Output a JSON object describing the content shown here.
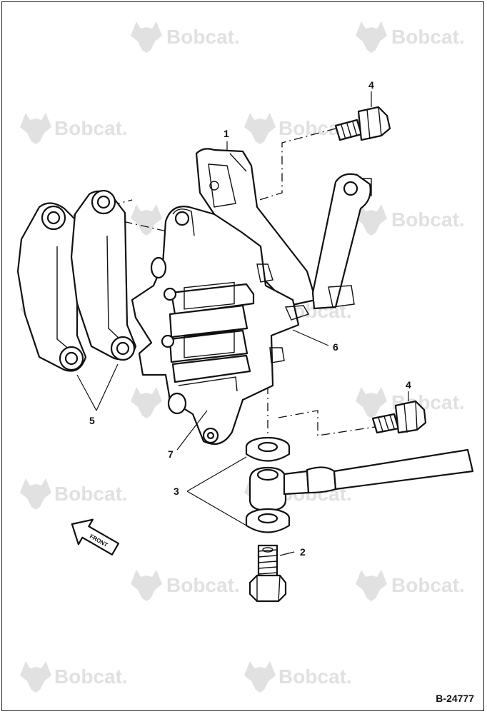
{
  "watermark": {
    "text": "Bobcat.",
    "logo": "bobcat-head-logo"
  },
  "callouts": {
    "c1": "1",
    "c2": "2",
    "c3": "3",
    "c4a": "4",
    "c4b": "4",
    "c5": "5",
    "c6": "6",
    "c7": "7"
  },
  "front_arrow": {
    "label": "FRONT"
  },
  "figure_id": "B-24777"
}
